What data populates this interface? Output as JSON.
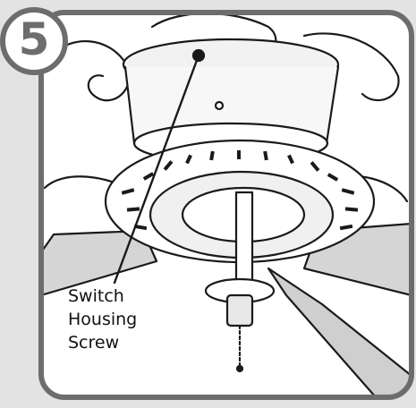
{
  "step": {
    "number": "5"
  },
  "callout": {
    "lines": [
      "Switch",
      "Housing",
      "Screw"
    ]
  },
  "colors": {
    "background": "#e3e3e3",
    "frame": "#6d6d6d",
    "panel": "#ffffff",
    "line": "#1a1a1a",
    "blade": "#d5d5d5"
  }
}
